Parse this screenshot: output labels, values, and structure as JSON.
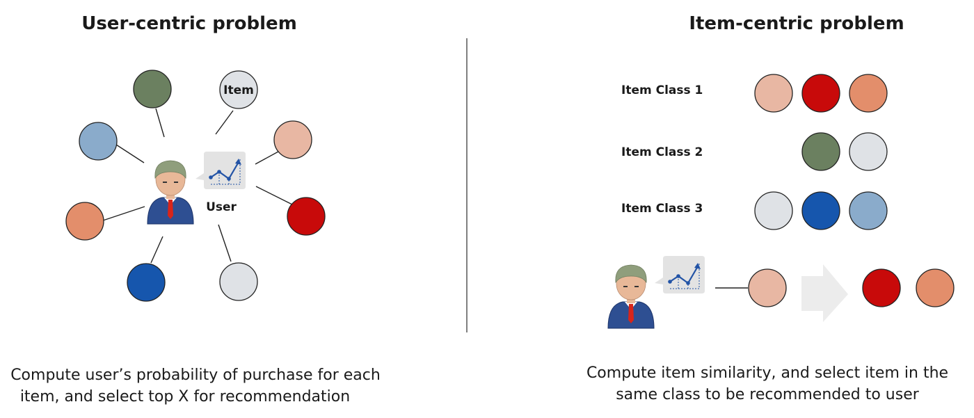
{
  "left_panel": {
    "title": "User-centric problem",
    "center_label": "User",
    "item_label": "Item",
    "caption_lines": [
      "Compute user’s probability of purchase for each",
      "item, and select top X for recommendation"
    ],
    "items": [
      {
        "name": "item-green",
        "color": "#6b8060"
      },
      {
        "name": "item-gray-label",
        "color": "#dfe2e6"
      },
      {
        "name": "item-pink",
        "color": "#e8b7a3"
      },
      {
        "name": "item-red",
        "color": "#c80a0a"
      },
      {
        "name": "item-light-gray",
        "color": "#dfe2e6"
      },
      {
        "name": "item-blue",
        "color": "#1656ad"
      },
      {
        "name": "item-orange",
        "color": "#e38e6b"
      },
      {
        "name": "item-steel-blue",
        "color": "#8aabcb"
      }
    ]
  },
  "right_panel": {
    "title": "Item-centric problem",
    "classes": [
      {
        "label": "Item Class 1",
        "colors": [
          "#e8b7a3",
          "#c80a0a",
          "#e38e6b"
        ]
      },
      {
        "label": "Item Class 2",
        "colors": [
          "#6b8060",
          "#dfe2e6"
        ]
      },
      {
        "label": "Item Class 3",
        "colors": [
          "#dfe2e6",
          "#1656ad",
          "#8aabcb"
        ]
      }
    ],
    "user_item_color": "#e8b7a3",
    "recommended_colors": [
      "#c80a0a",
      "#e38e6b"
    ],
    "caption_lines": [
      "Compute item similarity, and select item in the",
      "same class to be recommended to user"
    ]
  },
  "colors": {
    "divider": "#555555",
    "arrow": "#ececec",
    "skin": "#e8b898",
    "hair": "#8f9e7c",
    "suit": "#2e4f92",
    "tie": "#d8251a",
    "bubble": "#e3e3e3",
    "chart": "#2253a6"
  }
}
